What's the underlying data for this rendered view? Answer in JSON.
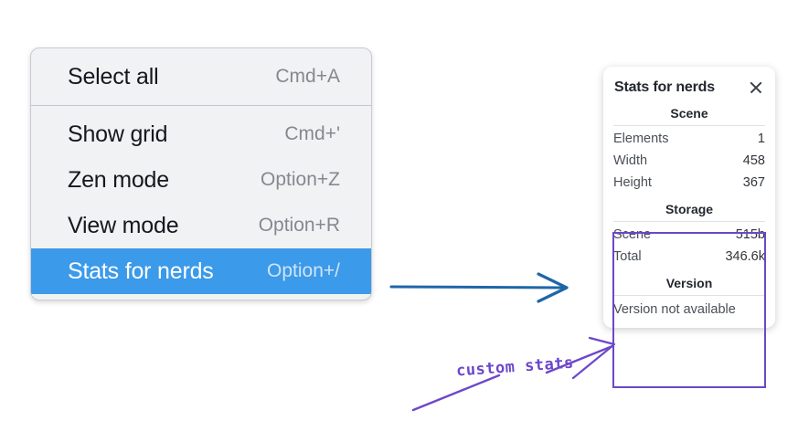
{
  "context_menu": {
    "groups": [
      {
        "items": [
          {
            "label": "Select all",
            "shortcut": "Cmd+A",
            "selected": false
          }
        ]
      },
      {
        "items": [
          {
            "label": "Show grid",
            "shortcut": "Cmd+'",
            "selected": false
          },
          {
            "label": "Zen mode",
            "shortcut": "Option+Z",
            "selected": false
          },
          {
            "label": "View mode",
            "shortcut": "Option+R",
            "selected": false
          },
          {
            "label": "Stats for nerds",
            "shortcut": "Option+/",
            "selected": true
          }
        ]
      }
    ],
    "highlight_color": "#3b9ae9"
  },
  "stats_panel": {
    "title": "Stats for nerds",
    "close_icon": "close-icon",
    "sections": [
      {
        "heading": "Scene",
        "rows": [
          {
            "name": "Elements",
            "value": "1"
          },
          {
            "name": "Width",
            "value": "458"
          },
          {
            "name": "Height",
            "value": "367"
          }
        ]
      },
      {
        "heading": "Storage",
        "rows": [
          {
            "name": "Scene",
            "value": "515b"
          },
          {
            "name": "Total",
            "value": "346.6k"
          }
        ]
      },
      {
        "heading": "Version",
        "plain_row": "Version not available"
      }
    ]
  },
  "annotations": {
    "handwriting": "custom stats",
    "blue_arrow_color": "#1f66a8",
    "purple_color": "#6d47c9"
  }
}
